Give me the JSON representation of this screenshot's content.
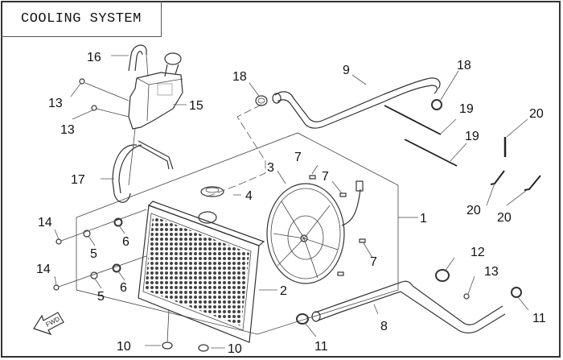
{
  "diagram": {
    "title": "COOLING SYSTEM",
    "direction_marker": "FWD",
    "callouts": [
      {
        "id": "c16",
        "label": "16",
        "part": "overflow hose"
      },
      {
        "id": "c13a",
        "label": "13",
        "part": "bolt"
      },
      {
        "id": "c13b",
        "label": "13",
        "part": "bolt"
      },
      {
        "id": "c15",
        "label": "15",
        "part": "coolant reservoir"
      },
      {
        "id": "c17",
        "label": "17",
        "part": "reservoir hose"
      },
      {
        "id": "c18a",
        "label": "18",
        "part": "hose clamp"
      },
      {
        "id": "c9",
        "label": "9",
        "part": "upper radiator hose"
      },
      {
        "id": "c18b",
        "label": "18",
        "part": "hose clamp"
      },
      {
        "id": "c19a",
        "label": "19",
        "part": "cable tie"
      },
      {
        "id": "c19b",
        "label": "19",
        "part": "cable tie"
      },
      {
        "id": "c20a",
        "label": "20",
        "part": "clip"
      },
      {
        "id": "c20b",
        "label": "20",
        "part": "clip"
      },
      {
        "id": "c20c",
        "label": "20",
        "part": "clip"
      },
      {
        "id": "c3",
        "label": "3",
        "part": "fan mount"
      },
      {
        "id": "c7a",
        "label": "7",
        "part": "screw"
      },
      {
        "id": "c7b",
        "label": "7",
        "part": "screw"
      },
      {
        "id": "c7c",
        "label": "7",
        "part": "screw"
      },
      {
        "id": "c4",
        "label": "4",
        "part": "radiator cap"
      },
      {
        "id": "c1",
        "label": "1",
        "part": "radiator assembly"
      },
      {
        "id": "c14a",
        "label": "14",
        "part": "bolt"
      },
      {
        "id": "c14b",
        "label": "14",
        "part": "bolt"
      },
      {
        "id": "c5a",
        "label": "5",
        "part": "washer"
      },
      {
        "id": "c5b",
        "label": "5",
        "part": "washer"
      },
      {
        "id": "c6a",
        "label": "6",
        "part": "grommet"
      },
      {
        "id": "c6b",
        "label": "6",
        "part": "grommet"
      },
      {
        "id": "c2",
        "label": "2",
        "part": "radiator"
      },
      {
        "id": "c12",
        "label": "12",
        "part": "clamp"
      },
      {
        "id": "c13c",
        "label": "13",
        "part": "bolt"
      },
      {
        "id": "c8",
        "label": "8",
        "part": "lower radiator hose"
      },
      {
        "id": "c11a",
        "label": "11",
        "part": "hose clamp"
      },
      {
        "id": "c11b",
        "label": "11",
        "part": "hose clamp"
      },
      {
        "id": "c10a",
        "label": "10",
        "part": "rubber mount"
      },
      {
        "id": "c10b",
        "label": "10",
        "part": "rubber mount"
      }
    ]
  }
}
